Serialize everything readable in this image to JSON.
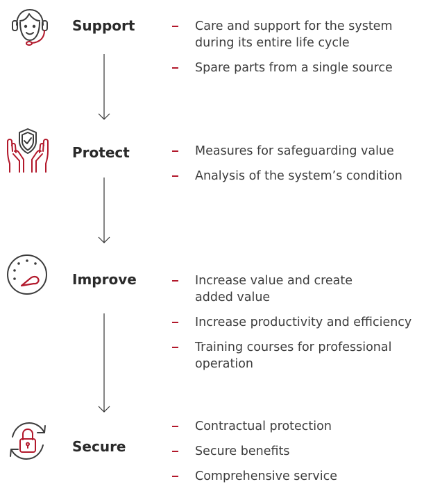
{
  "sections": [
    {
      "icon": "headset-agent-icon",
      "title": "Support",
      "bullets": [
        {
          "lines": [
            "Care and support for the system",
            "during its entire life cycle"
          ]
        },
        {
          "lines": [
            "Spare parts from a single source"
          ]
        }
      ]
    },
    {
      "icon": "hands-shield-icon",
      "title": "Protect",
      "bullets": [
        {
          "lines": [
            "Measures for safeguarding value"
          ]
        },
        {
          "lines": [
            "Analysis of the system’s condition"
          ]
        }
      ]
    },
    {
      "icon": "gauge-icon",
      "title": "Improve",
      "bullets": [
        {
          "lines": [
            "Increase value and create",
            "added value"
          ]
        },
        {
          "lines": [
            "Increase productivity and efficiency"
          ]
        },
        {
          "lines": [
            "Training courses for professional",
            "operation"
          ]
        }
      ]
    },
    {
      "icon": "padlock-refresh-icon",
      "title": "Secure",
      "bullets": [
        {
          "lines": [
            "Contractual protection"
          ]
        },
        {
          "lines": [
            "Secure benefits"
          ]
        },
        {
          "lines": [
            "Comprehensive service"
          ]
        }
      ]
    }
  ],
  "colors": {
    "accent": "#b2182b",
    "icon_stroke": "#3c3c3c",
    "text": "#3c3c3c"
  }
}
